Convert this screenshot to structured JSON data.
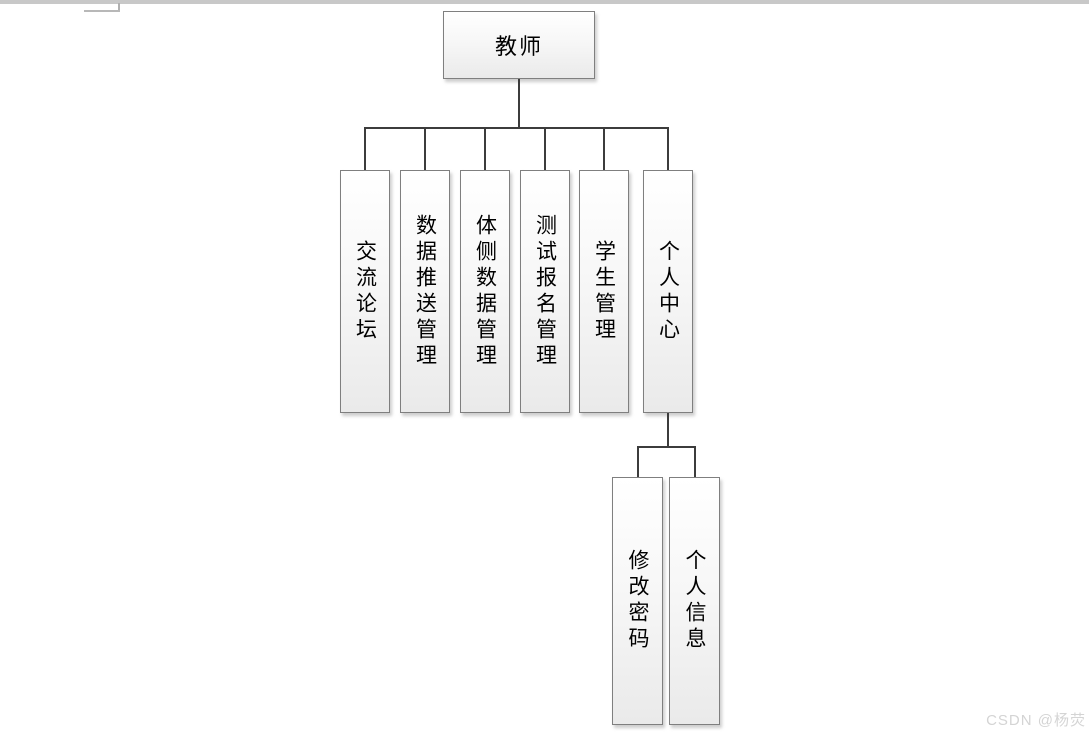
{
  "page": {
    "watermark": "CSDN @杨荧"
  },
  "diagram": {
    "root": {
      "label": "教师"
    },
    "level1": [
      {
        "label": "交流论坛"
      },
      {
        "label": "数据推送管理"
      },
      {
        "label": "体侧数据管理"
      },
      {
        "label": "测试报名管理"
      },
      {
        "label": "学生管理"
      },
      {
        "label": "个人中心"
      }
    ],
    "level2": [
      {
        "label": "修改密码"
      },
      {
        "label": "个人信息"
      }
    ]
  },
  "colors": {
    "connector": "#3c3c3c",
    "box_border": "#7f7f7f",
    "box_fill_top": "#ffffff",
    "box_fill_bottom": "#eaeaea",
    "top_bar": "#c8c8c8",
    "watermark": "#d4d4d4",
    "text": "#000000"
  }
}
